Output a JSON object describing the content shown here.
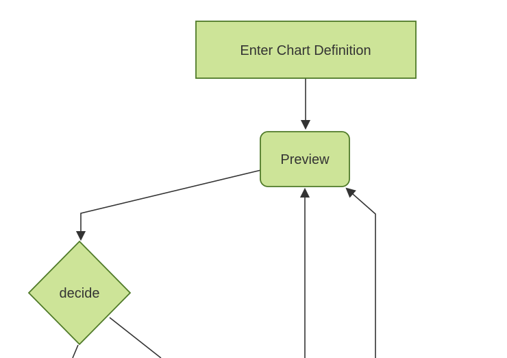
{
  "diagram": {
    "kind": "flowchart",
    "background": "#ffffff",
    "colors": {
      "node_fill": "#cde498",
      "node_border": "#4f7a28",
      "edge_line": "#333333",
      "text": "#333333"
    },
    "nodes": {
      "definition": {
        "label": "Enter Chart Definition",
        "shape": "rectangle"
      },
      "preview": {
        "label": "Preview",
        "shape": "rounded-rectangle"
      },
      "decide": {
        "label": "decide",
        "shape": "diamond"
      }
    },
    "edges": [
      {
        "from": "definition",
        "to": "preview",
        "arrowhead": true
      },
      {
        "from": "preview",
        "to": "decide",
        "arrowhead": true
      },
      {
        "from": "offscreen-bottom-left",
        "to": "preview",
        "arrowhead": true
      },
      {
        "from": "offscreen-bottom-right",
        "to": "preview",
        "arrowhead": true
      },
      {
        "from": "decide",
        "to": "offscreen-bottom-left",
        "arrowhead": false
      },
      {
        "from": "decide",
        "to": "offscreen-bottom-right",
        "arrowhead": false
      }
    ]
  }
}
